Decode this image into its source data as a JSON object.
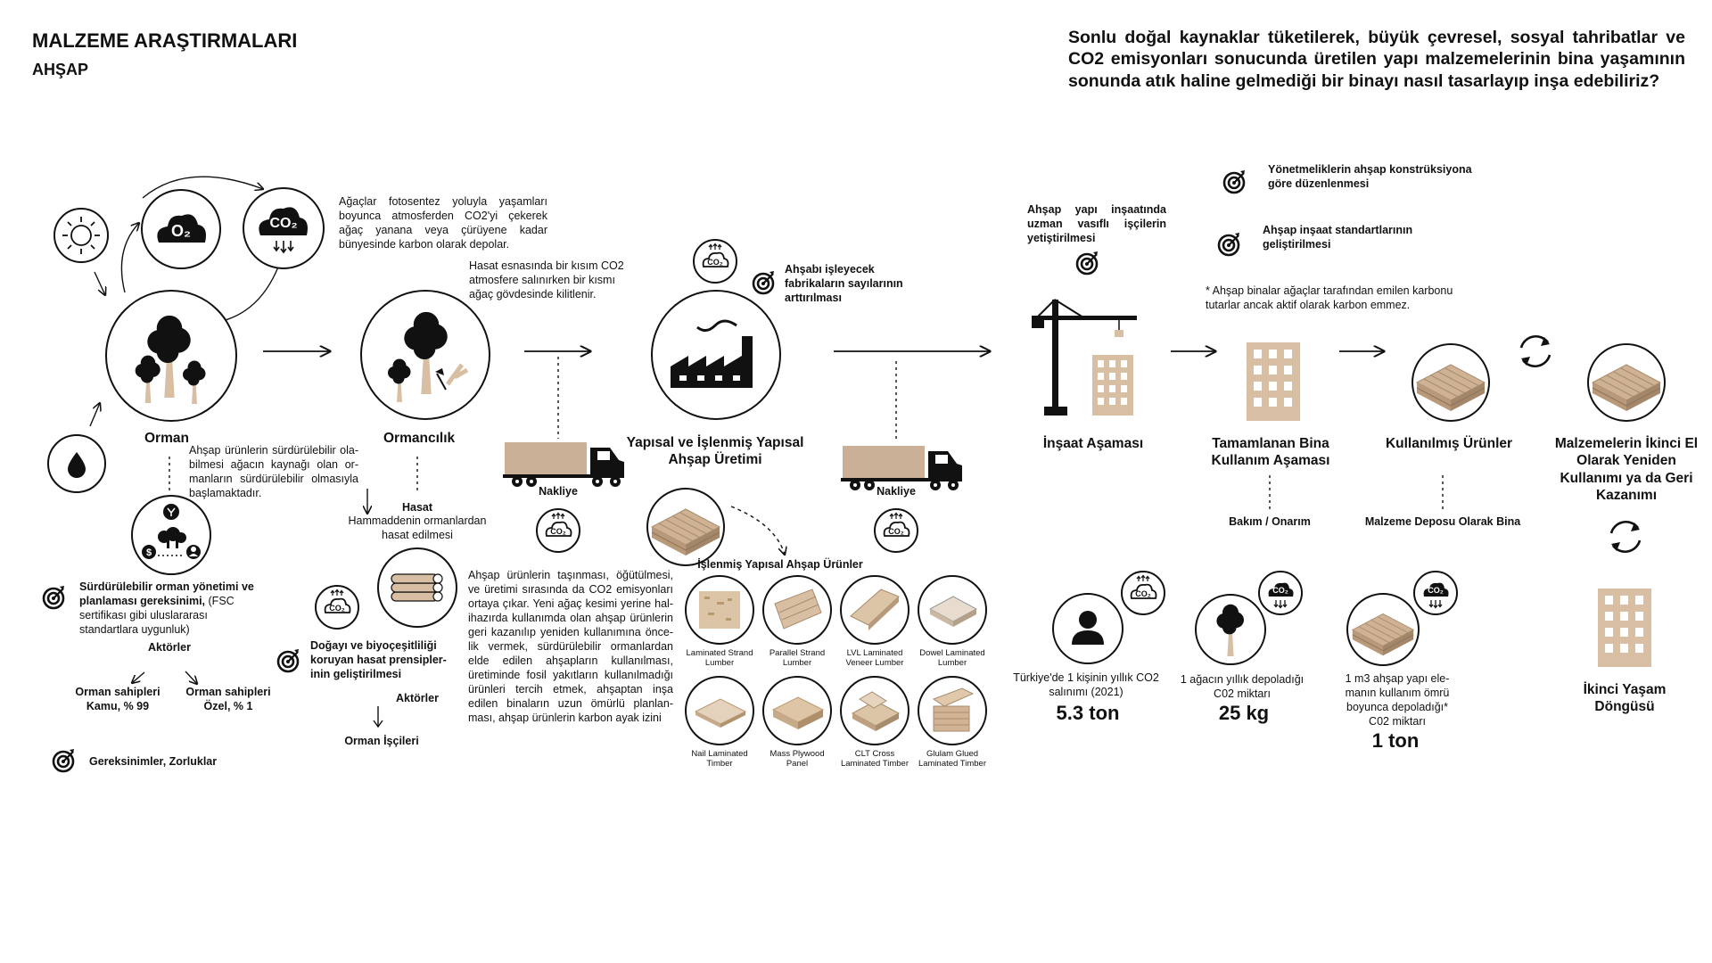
{
  "header": {
    "title": "MALZEME ARAŞTIRMALARI",
    "subtitle": "AHŞAP",
    "question": "Sonlu doğal kaynaklar tüketilerek, büyük çevresel, sosyal tahribatlar ve CO2 emisyonları sonucunda üretilen yapı malzemelerinin bina yaşamının sonunda atık haline gelmediği bir binayı nasıl tasarlayıp inşa edebiliriz?"
  },
  "icons": {
    "o2": "O₂",
    "co2": "CO₂",
    "co2_small": "CO₂"
  },
  "forest": {
    "photosynthesis_text": "Ağaçlar fotosentez yoluyla yaşamları boyunca atmosferden CO2'yi çekerek ağaç yanana veya çürüyene kadar bünyesinde karbon olarak depolar.",
    "label": "Orman",
    "description": "Ahşap ürünlerin sürdürülebilir ola-bilmesi ağacın kaynağı olan or-manların sürdürülebilir olmasıyla başlamaktadır.",
    "need_bold": "Sürdürülebilir orman yönetimi ve planlaması gereksinimi,",
    "need_rest": " (FSC sertifikası gibi uluslararası standartlara uygunluk)",
    "actors_title": "Aktörler",
    "actor_public": "Orman sahipleri\nKamu, % 99",
    "actor_private": "Orman sahipleri\nÖzel, % 1",
    "legend": "Gereksinimler, Zorluklar"
  },
  "forestry": {
    "harvest_text": "Hasat esnasında bir kısım CO2 atmosfere salınırken bir kısmı ağaç gövdesinde kilitlenir.",
    "label": "Ormancılık",
    "harvest_title": "Hasat",
    "harvest_desc": "Hammaddenin ormanlardan hasat edilmesi",
    "need": "Doğayı ve biyoçeşitliliği koruyan hasat prensipler-inin geliştirilmesi",
    "actors_title": "Aktörler",
    "actor": "Orman İşçileri"
  },
  "transport": {
    "label_1": "Nakliye",
    "label_2": "Nakliye",
    "description": "Ahşap ürünlerin taşınması, öğütülmesi, ve üretimi sırasında da CO2 emisyonları ortaya çıkar. Yeni ağaç kesimi yerine hal-ihazırda kullanımda olan ahşap ürünlerin geri kazanılıp yeniden kullanımına önce-lik vermek, sürdürülebilir ormanlardan elde edilen ahşapların kullanılması, üretiminde fosil yakıtların kullanılmadığı ürünleri tercih etmek, ahşaptan inşa edilen binaların uzun ömürlü planlan-ması, ahşap ürünlerin karbon ayak izini"
  },
  "production": {
    "need": "Ahşabı işleyecek fabrikaların sayılarının arttırılması",
    "label": "Yapısal ve İşlenmiş Yapısal Ahşap Üretimi",
    "products_title": "İşlenmiş Yapısal Ahşap Ürünler",
    "products": [
      {
        "name": "Laminated Strand Lumber"
      },
      {
        "name": "Parallel Strand Lumber"
      },
      {
        "name": "LVL Laminated Veneer Lumber"
      },
      {
        "name": "Dowel Laminated Lumber"
      },
      {
        "name": "Nail Laminated Timber"
      },
      {
        "name": "Mass Plywood Panel"
      },
      {
        "name": "CLT Cross Laminated Timber"
      },
      {
        "name": "Glulam Glued Laminated Timber"
      }
    ]
  },
  "construction": {
    "need_workers": "Ahşap yapı inşaatında uzman vasıflı işçilerin yetiştirilmesi",
    "label": "İnşaat Aşaması",
    "stat_desc": "Türkiye'de 1 kişinin yıllık CO2 salınımı (2021)",
    "stat_value": "5.3 ton"
  },
  "regulations": {
    "item_1": "Yönetmeliklerin ahşap konstrüksiyona göre düzenlenmesi",
    "item_2": "Ahşap inşaat standartlarının geliştirilmesi",
    "note": "* Ahşap binalar ağaçlar tarafından emilen karbonu tutarlar ancak aktif olarak karbon emmez."
  },
  "building_use": {
    "label": "Tamamlanan Bina Kullanım Aşaması",
    "maintenance": "Bakım / Onarım",
    "stat_desc": "1 ağacın yıllık depoladığı C02 miktarı",
    "stat_value": "25 kg"
  },
  "used_products": {
    "label": "Kullanılmış Ürünler",
    "storage": "Malzeme Deposu Olarak Bina",
    "stat_desc": "1 m3 ahşap yapı ele-manın kullanım ömrü boyunca depoladığı* C02 miktarı",
    "stat_value": "1 ton"
  },
  "second_life": {
    "label": "Malzemelerin İkinci El Olarak Yeniden Kullanımı ya da Geri Kazanımı",
    "cycle_label": "İkinci Yaşam Döngüsü"
  },
  "colors": {
    "wood": "#d8bfa3",
    "wood_dark": "#b59a7c",
    "ink": "#111111",
    "truck_cargo": "#c9b097"
  }
}
